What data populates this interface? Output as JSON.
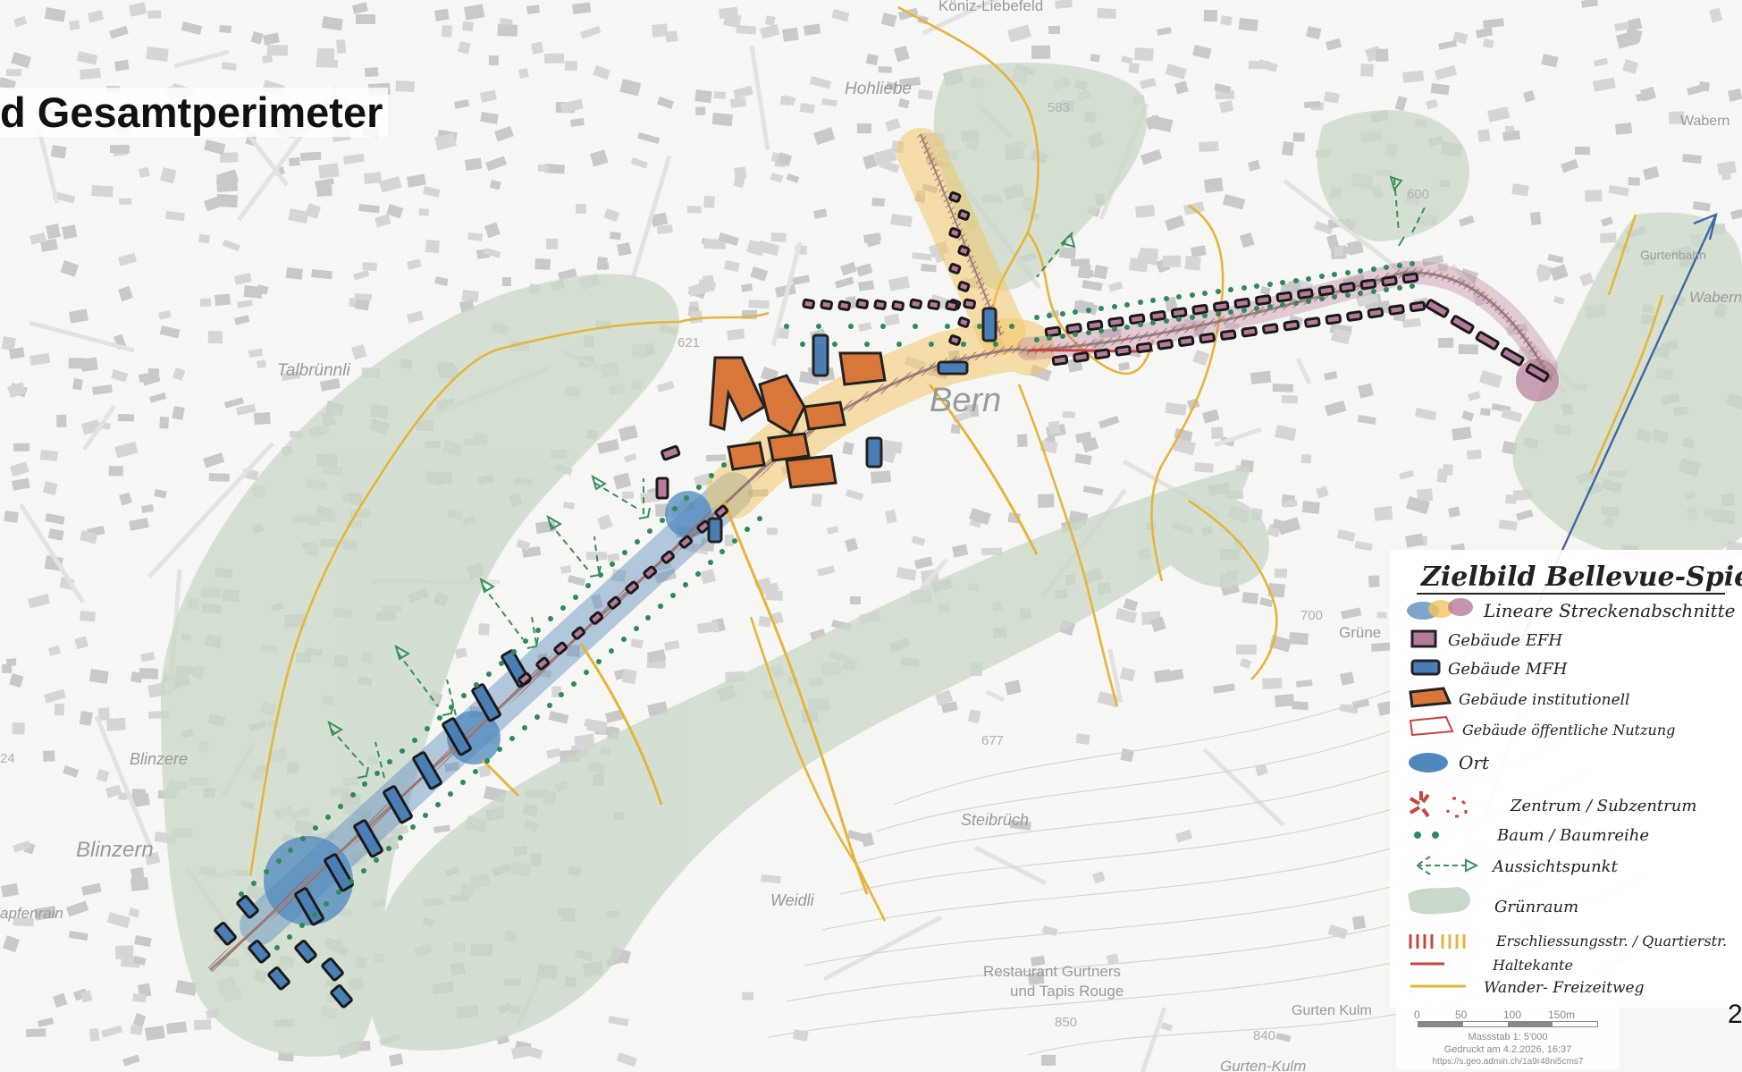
{
  "title": "d Gesamtperimeter",
  "page_number": "2",
  "place_labels": {
    "koeniz_liebefeld": "Köniz-Liebefeld",
    "hohliebe": "Hohliebe",
    "talbruennli": "Talbrünnli",
    "bern": "Bern",
    "blinzere": "Blinzere",
    "blinzern": "Blinzern",
    "apfenrain": "apfenrain",
    "steibruech": "Steibrüch",
    "weidli": "Weidli",
    "restaurant_1": "Restaurant Gurtners",
    "restaurant_2": "und Tapis Rouge",
    "gurten_kulm": "Gurten Kulm",
    "gurten_kulm_2": "Gurten-Kulm",
    "wabern": "Wabern",
    "wabern_2": "Wabern",
    "gurtenbahn": "Gurtenbahn",
    "gruene": "Grüne"
  },
  "altitudes": {
    "a583": "583",
    "a621": "621",
    "a600": "600",
    "a700": "700",
    "a677": "677",
    "a850": "850",
    "a840": "840",
    "a24": "24"
  },
  "legend": {
    "title": "Zielbild Bellevue-Spiegelstr.",
    "items": [
      {
        "icon": "linear-sections-swatch",
        "label": "Lineare Streckenabschnitte"
      },
      {
        "icon": "building-efh-swatch",
        "label": "Gebäude EFH"
      },
      {
        "icon": "building-mfh-swatch",
        "label": "Gebäude MFH"
      },
      {
        "icon": "building-institutional-swatch",
        "label": "Gebäude institutionell"
      },
      {
        "icon": "building-public-swatch",
        "label": "Gebäude öffentliche Nutzung"
      },
      {
        "icon": "place-swatch",
        "label": "Ort"
      },
      {
        "icon": "center-swatch",
        "label": "Zentrum / Subzentrum"
      },
      {
        "icon": "trees-swatch",
        "label": "Baum / Baumreihe"
      },
      {
        "icon": "viewpoint-swatch",
        "label": "Aussichtspunkt"
      },
      {
        "icon": "green-space-swatch",
        "label": "Grünraum"
      },
      {
        "icon": "access-street-swatch",
        "label": "Erschliessungsstr. / Quartierstr."
      },
      {
        "icon": "bus-stop-swatch",
        "label": "Haltekante"
      },
      {
        "icon": "hiking-path-swatch",
        "label": "Wander- Freizeitweg"
      }
    ]
  },
  "scale": {
    "ticks": [
      "0",
      "50",
      "100",
      "150m"
    ],
    "ratio": "Massstab 1: 5'000",
    "printed": "Gedruckt am 4.2.2026, 16:37",
    "url": "https://s.geo.admin.ch/1a9r48ni5cms7"
  },
  "colors": {
    "green_space": "#c9d8c8",
    "blue_section": "#5d8fbf",
    "yellow_section": "#f2c35c",
    "purple_section": "#b67b9a",
    "institutional": "#d9773a",
    "mfh_blue": "#4a7fb5",
    "path_yellow": "#e5b43a",
    "street_red": "#c9443c",
    "tree_green": "#2f8a5a",
    "legend_green": "#2f8a5a"
  }
}
